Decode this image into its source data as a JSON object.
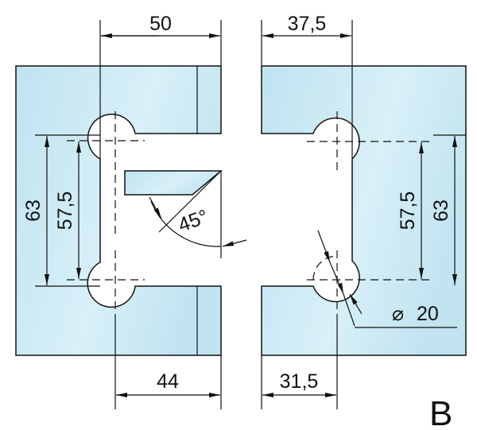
{
  "title": "Glass hinge B dimensional drawing",
  "colors": {
    "glass": "#c4e6f2",
    "line": "#111111"
  },
  "dimensions": {
    "top_left": "50",
    "top_right": "37,5",
    "bottom_left": "44",
    "bottom_right": "31,5",
    "left_outer": "63",
    "left_inner": "57,5",
    "right_inner": "57,5",
    "right_outer": "63",
    "angle": "45°",
    "hole_diameter": "20",
    "diameter_symbol": "⌀"
  },
  "label": "B"
}
